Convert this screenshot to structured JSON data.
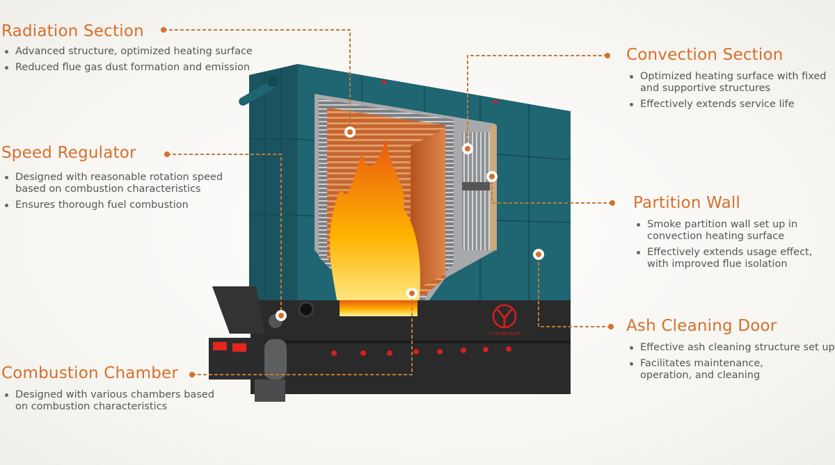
{
  "diagram": {
    "subject": "Industrial chain-grate boiler cutaway",
    "brand_logo_text": "YUYANBOILER",
    "accent_color": "#d66f2b",
    "body_text_color": "#555555",
    "casing_color": "#1f5f6a",
    "base_color": "#2a2a2a"
  },
  "sections": {
    "radiation": {
      "title": "Radiation Section",
      "bullets": [
        "Advanced structure, optimized heating surface",
        "Reduced flue gas dust formation and emission"
      ]
    },
    "speed_regulator": {
      "title": "Speed Regulator",
      "bullets": [
        "Designed with reasonable rotation speed based on combustion characteristics",
        "Ensures thorough fuel combustion"
      ]
    },
    "combustion_chamber": {
      "title": "Combustion Chamber",
      "bullets": [
        "Designed with various chambers based on combustion characteristics"
      ]
    },
    "convection": {
      "title": "Convection Section",
      "bullets": [
        "Optimized heating surface with fixed and supportive structures",
        "Effectively extends service life"
      ]
    },
    "partition_wall": {
      "title": "Partition Wall",
      "bullets": [
        "Smoke partition wall set up in convection heating surface",
        "Effectively extends usage effect, with improved flue isolation"
      ]
    },
    "ash_door": {
      "title": "Ash Cleaning Door",
      "bullets": [
        "Effective ash cleaning structure set up",
        "Facilitates maintenance, operation, and cleaning"
      ]
    }
  }
}
